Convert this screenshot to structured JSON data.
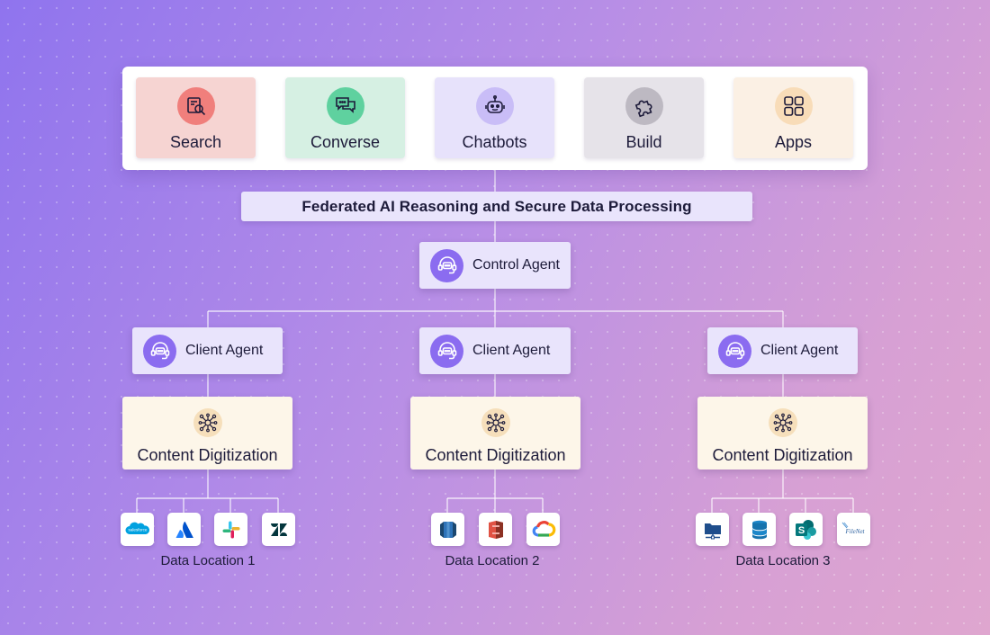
{
  "tiles": [
    {
      "label": "Search",
      "bg": "#f6d4d2",
      "icon_bg": "#f07f7c",
      "icon": "search-document-icon"
    },
    {
      "label": "Converse",
      "bg": "#d6f0e3",
      "icon_bg": "#5fd19f",
      "icon": "chat-bubbles-icon"
    },
    {
      "label": "Chatbots",
      "bg": "#e7e2fb",
      "icon_bg": "#c9bdf7",
      "icon": "robot-icon"
    },
    {
      "label": "Build",
      "bg": "#e6e3e9",
      "icon_bg": "#bdb9c2",
      "icon": "puzzle-icon"
    },
    {
      "label": "Apps",
      "bg": "#fbf0e4",
      "icon_bg": "#f8dcb8",
      "icon": "app-grid-icon"
    }
  ],
  "banner": "Federated AI Reasoning and Secure Data Processing",
  "control_agent": {
    "label": "Control Agent",
    "icon": "headset-agent-icon"
  },
  "client_agents": [
    {
      "label": "Client Agent",
      "icon": "headset-agent-icon"
    },
    {
      "label": "Client Agent",
      "icon": "headset-agent-icon"
    },
    {
      "label": "Client Agent",
      "icon": "headset-agent-icon"
    }
  ],
  "content_digitization": [
    {
      "label": "Content Digitization",
      "icon": "network-hub-icon"
    },
    {
      "label": "Content Digitization",
      "icon": "network-hub-icon"
    },
    {
      "label": "Content Digitization",
      "icon": "network-hub-icon"
    }
  ],
  "data_locations": [
    {
      "label": "Data Location 1",
      "sources": [
        {
          "name": "salesforce",
          "logo_text": "salesforce",
          "icon": "salesforce-logo-icon"
        },
        {
          "name": "atlassian",
          "icon": "atlassian-logo-icon"
        },
        {
          "name": "slack",
          "icon": "slack-logo-icon"
        },
        {
          "name": "zendesk",
          "icon": "zendesk-logo-icon"
        }
      ]
    },
    {
      "label": "Data Location 2",
      "sources": [
        {
          "name": "aws-rds",
          "icon": "aws-database-icon"
        },
        {
          "name": "aws-s3",
          "icon": "aws-s3-icon"
        },
        {
          "name": "google-cloud",
          "icon": "google-cloud-icon"
        }
      ]
    },
    {
      "label": "Data Location 3",
      "sources": [
        {
          "name": "file-share",
          "icon": "folder-network-icon"
        },
        {
          "name": "database",
          "icon": "database-stack-icon"
        },
        {
          "name": "sharepoint",
          "logo_text": "S",
          "icon": "sharepoint-logo-icon"
        },
        {
          "name": "filenet",
          "logo_text": "FileNet",
          "icon": "filenet-logo-icon"
        }
      ]
    }
  ],
  "colors": {
    "agent_icon": "#8b6cf0",
    "agent_bg": "#e9e4fc",
    "content_bg": "#fdf6e9",
    "connector": "#ffffff"
  }
}
